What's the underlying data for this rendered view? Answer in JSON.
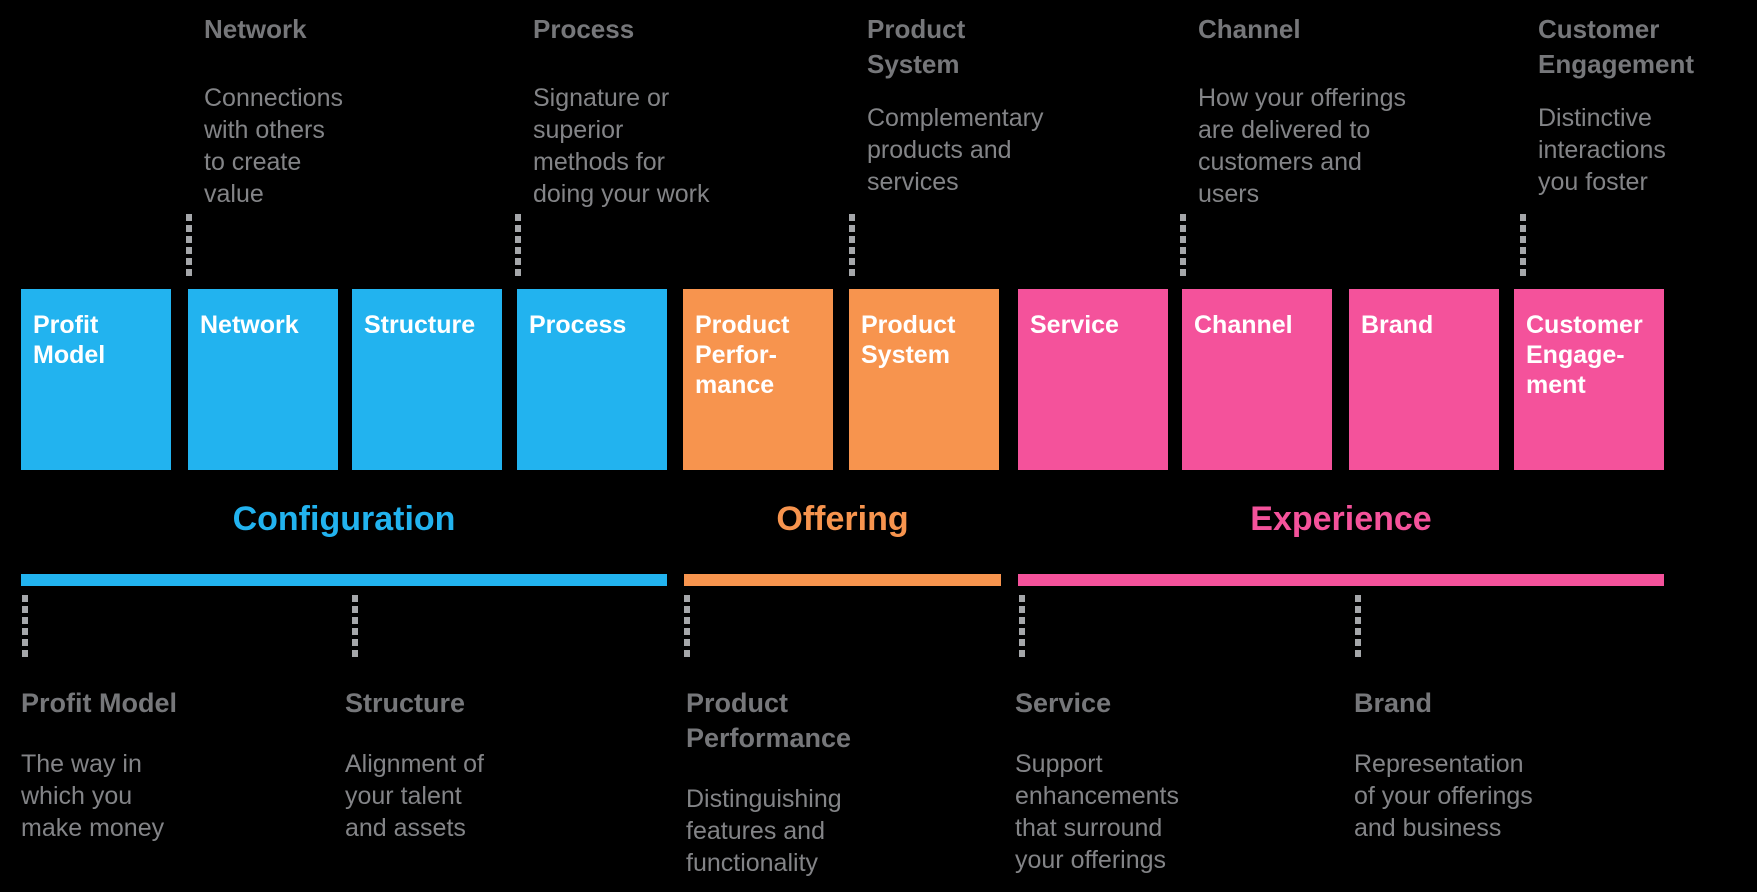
{
  "diagram": {
    "groups": [
      {
        "label": "Configuration",
        "color": "#22B3EF"
      },
      {
        "label": "Offering",
        "color": "#F7944E"
      },
      {
        "label": "Experience",
        "color": "#F4529B"
      }
    ],
    "boxes": [
      {
        "label": "Profit\nModel",
        "group": "Configuration"
      },
      {
        "label": "Network",
        "group": "Configuration"
      },
      {
        "label": "Structure",
        "group": "Configuration"
      },
      {
        "label": "Process",
        "group": "Configuration"
      },
      {
        "label": "Product\nPerfor-\nmance",
        "group": "Offering"
      },
      {
        "label": "Product\nSystem",
        "group": "Offering"
      },
      {
        "label": "Service",
        "group": "Experience"
      },
      {
        "label": "Channel",
        "group": "Experience"
      },
      {
        "label": "Brand",
        "group": "Experience"
      },
      {
        "label": "Customer\nEngage-\nment",
        "group": "Experience"
      }
    ],
    "top_annotations": [
      {
        "title": "Network",
        "desc": "Connections\nwith others\nto create\nvalue"
      },
      {
        "title": "Process",
        "desc": "Signature or\nsuperior\nmethods for\ndoing your work"
      },
      {
        "title": "Product\nSystem",
        "desc": "Complementary\nproducts and\nservices"
      },
      {
        "title": "Channel",
        "desc": "How your offerings\nare delivered to\ncustomers and\nusers"
      },
      {
        "title": "Customer\nEngagement",
        "desc": "Distinctive\ninteractions\nyou foster"
      }
    ],
    "bottom_annotations": [
      {
        "title": "Profit Model",
        "desc": "The way in\nwhich you\nmake money"
      },
      {
        "title": "Structure",
        "desc": "Alignment of\nyour talent\nand assets"
      },
      {
        "title": "Product\nPerformance",
        "desc": "Distinguishing\nfeatures and\nfunctionality"
      },
      {
        "title": "Service",
        "desc": "Support\nenhancements\nthat surround\nyour offerings"
      },
      {
        "title": "Brand",
        "desc": "Representation\nof your offerings\nand business"
      }
    ]
  },
  "colors": {
    "configuration_blue": "#22B3EF",
    "offering_orange": "#F7944E",
    "experience_pink": "#F4529B",
    "background": "#000000",
    "box_text": "#FFFFFF",
    "annotation_title_gray": "#76777A",
    "annotation_desc_gray": "#838487",
    "connector_gray": "#A5A7AA"
  }
}
